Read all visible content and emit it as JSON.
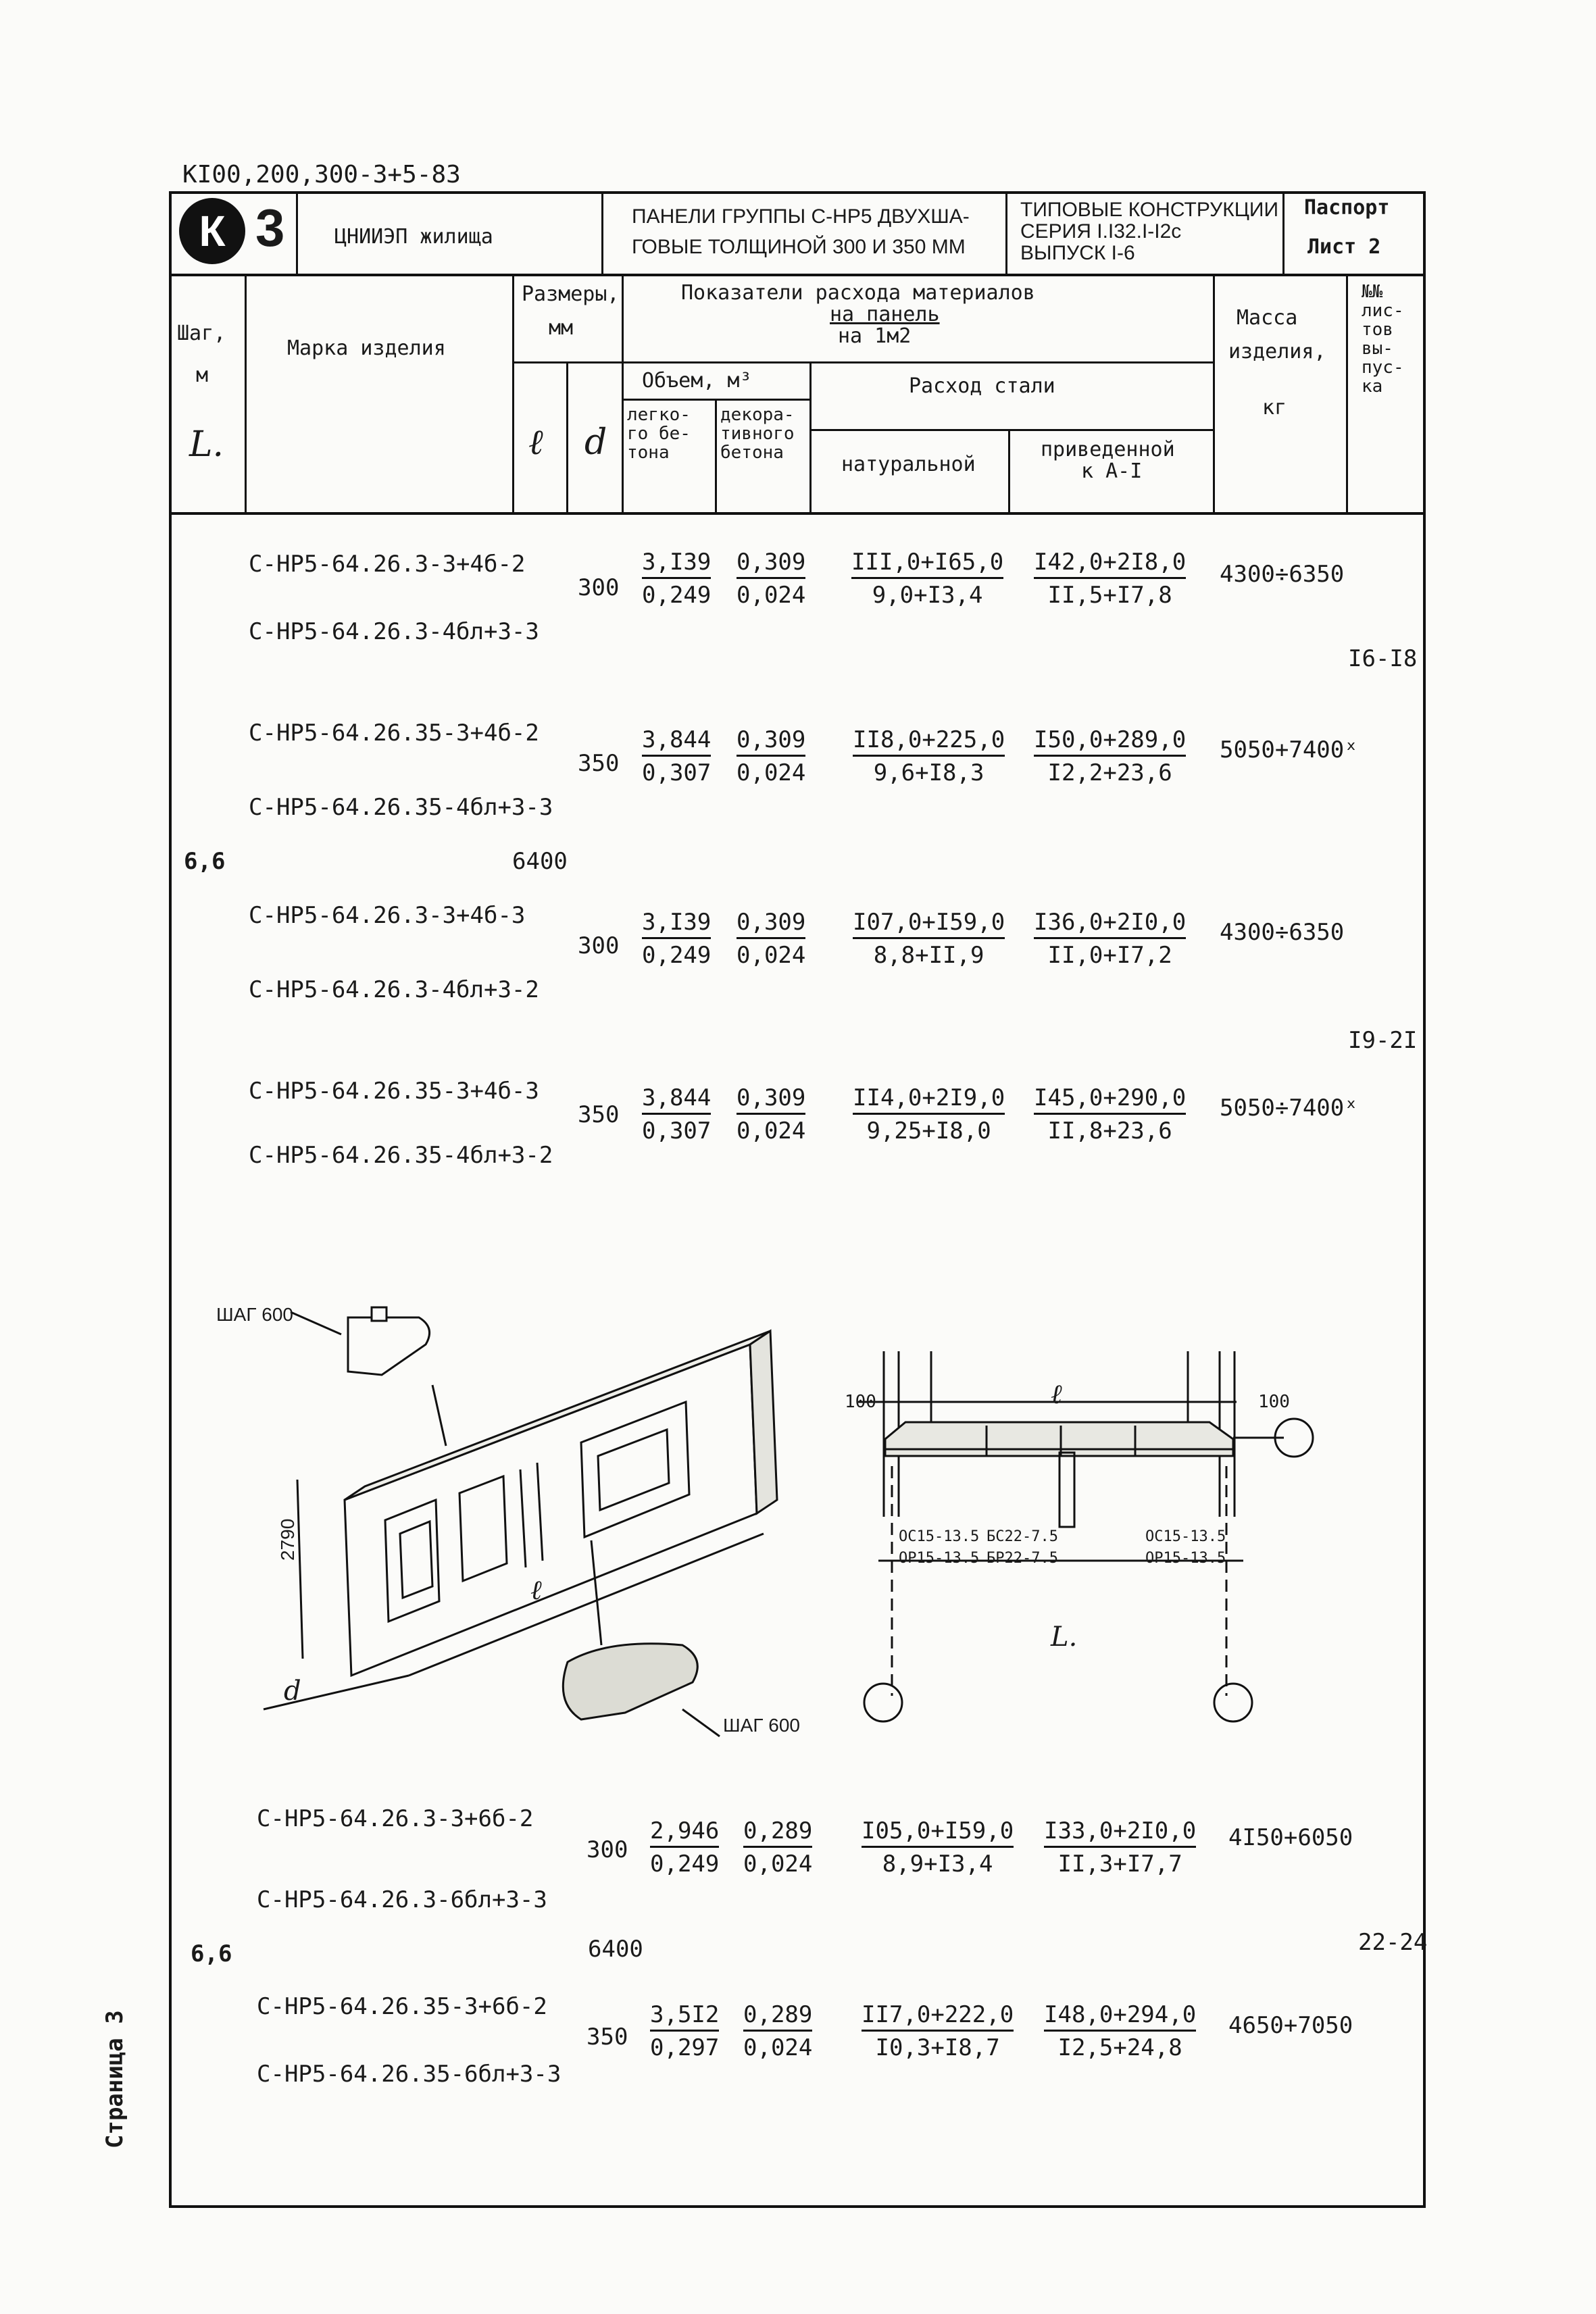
{
  "doc_code": "КI00,200,300-3+5-83",
  "header": {
    "logo_letter": "К",
    "logo_number": "3",
    "institute": "ЦНИИЭП жилища",
    "title_line1": "ПАНЕЛИ ГРУППЫ С-НР5 ДВУХША-",
    "title_line2": "ГОВЫЕ ТОЛЩИНОЙ 300 И 350 ММ",
    "series_line1": "ТИПОВЫЕ КОНСТРУКЦИИ",
    "series_line2": "СЕРИЯ I.I32.I-I2c",
    "series_line3": "ВЫПУСК I-6",
    "passport": "Паспорт",
    "sheet": "Лист 2"
  },
  "columns": {
    "step_line1": "Шаг,",
    "step_line2": "м",
    "step_symbol": "L.",
    "mark": "Марка изделия",
    "sizes_line1": "Размеры,",
    "sizes_line2": "мм",
    "size_l": "ℓ",
    "size_d": "d",
    "indicators_line1": "Показатели расхода материалов",
    "indicators_line2": "на панель",
    "indicators_line3": "на 1м2",
    "volume": "Объем, м³",
    "light_line1": "легко-",
    "light_line2": "го бе-",
    "light_line3": "тона",
    "decor_line1": "декора-",
    "decor_line2": "тивного",
    "decor_line3": "бетона",
    "steel": "Расход стали",
    "natural": "натуральной",
    "reduced_line1": "приведенной",
    "reduced_line2": "к А-I",
    "mass_line1": "Масса",
    "mass_line2": "изделия,",
    "mass_line3": "кг",
    "sheets_line1": "№№",
    "sheets_line2": "лис-",
    "sheets_line3": "тов",
    "sheets_line4": "вы-",
    "sheets_line5": "пус-",
    "sheets_line6": "ка"
  },
  "group1": {
    "step": "6,6",
    "l": "6400",
    "rows": [
      {
        "mark_a": "С-НР5-64.26.3-3+4б-2",
        "mark_b": "С-НР5-64.26.3-4бл+3-3",
        "d": "300",
        "light_top": "3,I39",
        "light_bot": "0,249",
        "decor_top": "0,309",
        "decor_bot": "0,024",
        "nat_top": "III,0+I65,0",
        "nat_bot": "9,0+I3,4",
        "red_top": "I42,0+2I8,0",
        "red_bot": "II,5+I7,8",
        "mass": "4300÷6350"
      },
      {
        "mark_a": "С-НР5-64.26.35-3+4б-2",
        "mark_b": "С-НР5-64.26.35-4бл+3-3",
        "d": "350",
        "light_top": "3,844",
        "light_bot": "0,307",
        "decor_top": "0,309",
        "decor_bot": "0,024",
        "nat_top": "II8,0+225,0",
        "nat_bot": "9,6+I8,3",
        "red_top": "I50,0+289,0",
        "red_bot": "I2,2+23,6",
        "mass": "5050+7400ˣ"
      },
      {
        "mark_a": "С-НР5-64.26.3-3+4б-3",
        "mark_b": "С-НР5-64.26.3-4бл+3-2",
        "d": "300",
        "light_top": "3,I39",
        "light_bot": "0,249",
        "decor_top": "0,309",
        "decor_bot": "0,024",
        "nat_top": "I07,0+I59,0",
        "nat_bot": "8,8+II,9",
        "red_top": "I36,0+2I0,0",
        "red_bot": "II,0+I7,2",
        "mass": "4300÷6350"
      },
      {
        "mark_a": "С-НР5-64.26.35-3+4б-3",
        "mark_b": "С-НР5-64.26.35-4бл+3-2",
        "d": "350",
        "light_top": "3,844",
        "light_bot": "0,307",
        "decor_top": "0,309",
        "decor_bot": "0,024",
        "nat_top": "II4,0+2I9,0",
        "nat_bot": "9,25+I8,0",
        "red_top": "I45,0+290,0",
        "red_bot": "II,8+23,6",
        "mass": "5050÷7400ˣ"
      }
    ],
    "sheets_a": "I6-I8",
    "sheets_b": "I9-2I"
  },
  "drawing": {
    "step_label_top": "ШАГ 600",
    "step_label_bottom": "ШАГ 600",
    "height": "2790",
    "length": "ℓ",
    "depth": "d",
    "sec_left": "100",
    "sec_right": "100",
    "sec_l": "ℓ",
    "sec_L": "L.",
    "oc_left": "OC15-13.5",
    "op_left": "OP15-13.5",
    "oc_mid": "БС22-7.5",
    "op_mid": "БР22-7.5",
    "oc_right": "OC15-13.5",
    "op_right": "OP15-13.5"
  },
  "group2": {
    "step": "6,6",
    "l": "6400",
    "sheets": "22-24",
    "rows": [
      {
        "mark_a": "С-НР5-64.26.3-3+6б-2",
        "mark_b": "С-НР5-64.26.3-6бл+3-3",
        "d": "300",
        "light_top": "2,946",
        "light_bot": "0,249",
        "decor_top": "0,289",
        "decor_bot": "0,024",
        "nat_top": "I05,0+I59,0",
        "nat_bot": "8,9+I3,4",
        "red_top": "I33,0+2I0,0",
        "red_bot": "II,3+I7,7",
        "mass": "4I50+6050"
      },
      {
        "mark_a": "С-НР5-64.26.35-3+6б-2",
        "mark_b": "С-НР5-64.26.35-6бл+3-3",
        "d": "350",
        "light_top": "3,5I2",
        "light_bot": "0,297",
        "decor_top": "0,289",
        "decor_bot": "0,024",
        "nat_top": "II7,0+222,0",
        "nat_bot": "I0,3+I8,7",
        "red_top": "I48,0+294,0",
        "red_bot": "I2,5+24,8",
        "mass": "4650+7050"
      }
    ]
  },
  "page_label": "Страница 3"
}
